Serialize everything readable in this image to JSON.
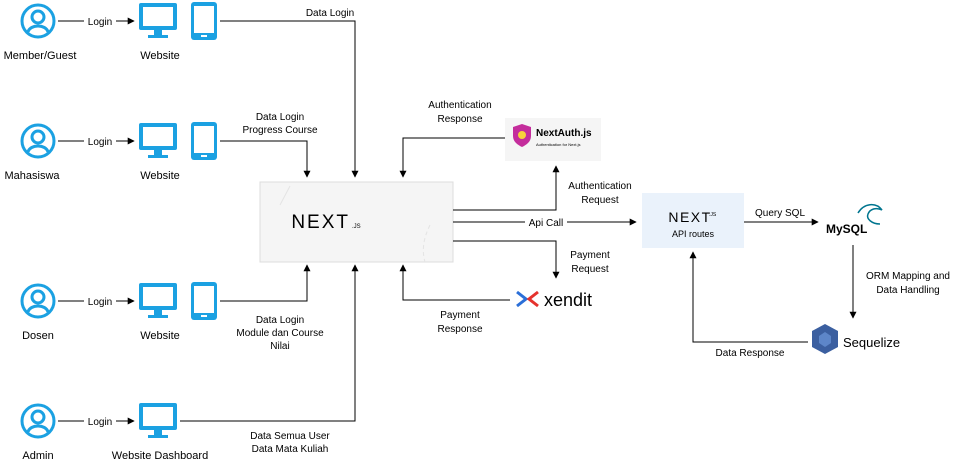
{
  "colors": {
    "icon_blue": "#1BA1E2",
    "line": "#000000",
    "next_bg": "#F5F5F5",
    "api_bg": "#EAF2FB",
    "xendit_blue": "#2B6FD8",
    "xendit_red": "#E5322D",
    "mysql_blue": "#00758F",
    "mysql_orange": "#F29111",
    "sequelize_blue": "#3B5FA0"
  },
  "actors": [
    {
      "label": "Member/Guest",
      "icon": "user-icon"
    },
    {
      "label": "Mahasiswa",
      "icon": "user-icon"
    },
    {
      "label": "Dosen",
      "icon": "user-icon"
    },
    {
      "label": "Admin",
      "icon": "user-icon"
    }
  ],
  "clients": [
    {
      "label": "Website",
      "icons": [
        "monitor-icon",
        "tablet-icon"
      ]
    },
    {
      "label": "Website",
      "icons": [
        "monitor-icon",
        "tablet-icon"
      ]
    },
    {
      "label": "Website",
      "icons": [
        "monitor-icon",
        "tablet-icon"
      ]
    },
    {
      "label": "Website Dashboard",
      "icons": [
        "monitor-icon"
      ]
    }
  ],
  "login_label": "Login",
  "data_labels": {
    "member": [
      "Data Login"
    ],
    "mahasiswa": [
      "Data Login",
      "Progress Course"
    ],
    "dosen": [
      "Data Login",
      "Module dan Course",
      "Nilai"
    ],
    "admin": [
      "Data Semua User",
      "Data Mata Kuliah"
    ]
  },
  "next_server": {
    "logo": "NEXT",
    "suffix": ".JS"
  },
  "nextauth": {
    "name": "NextAuth.js",
    "tagline": "Authentication for Next.js"
  },
  "xendit": {
    "name": "xendit"
  },
  "api_routes": {
    "logo": "NEXT",
    "suffix": ".JS",
    "label": "API routes"
  },
  "mysql": {
    "name": "MySQL"
  },
  "sequelize": {
    "name": "Sequelize"
  },
  "flows": {
    "auth_response": [
      "Authentication",
      "Response"
    ],
    "auth_request": [
      "Authentication",
      "Request"
    ],
    "api_call": "Api Call",
    "payment_request": [
      "Payment",
      "Request"
    ],
    "payment_response": [
      "Payment",
      "Response"
    ],
    "query_sql": "Query SQL",
    "orm": [
      "ORM Mapping and",
      "Data Handling"
    ],
    "data_response": "Data Response"
  }
}
